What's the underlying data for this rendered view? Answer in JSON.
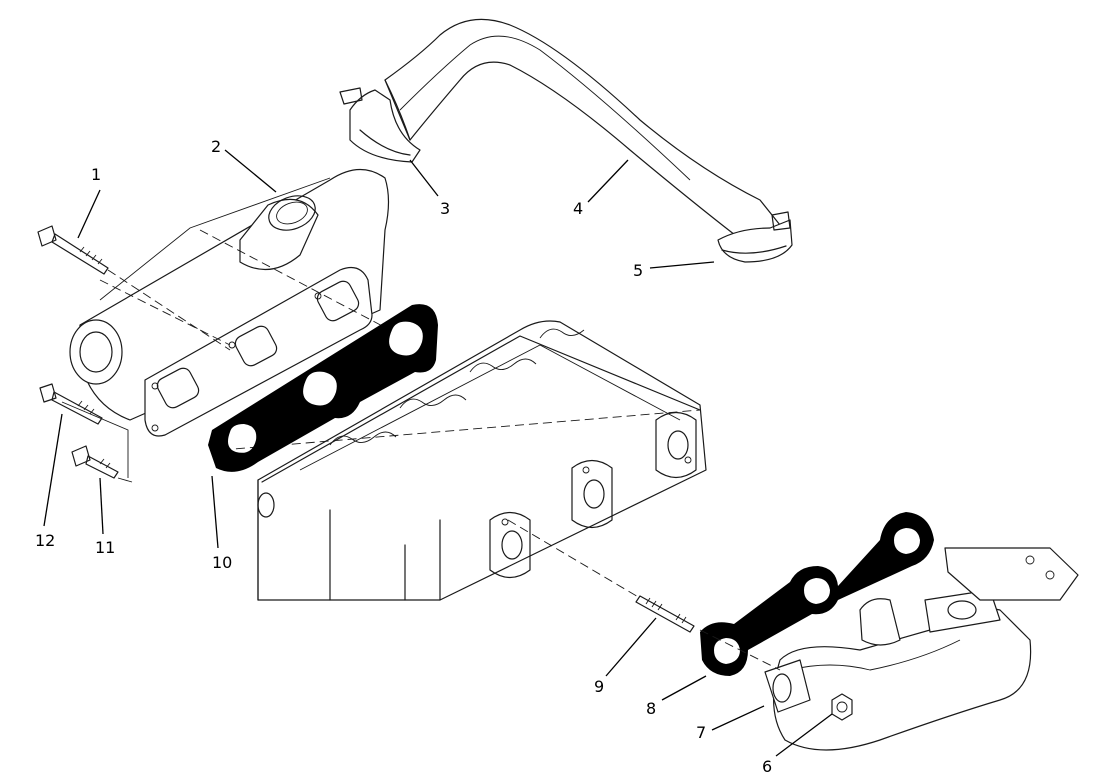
{
  "diagram": {
    "callouts": [
      "1",
      "2",
      "3",
      "4",
      "5",
      "6",
      "7",
      "8",
      "9",
      "10",
      "11",
      "12"
    ],
    "line_color": "#1a1a1a",
    "gasket_color": "#000000",
    "background": "#ffffff"
  }
}
